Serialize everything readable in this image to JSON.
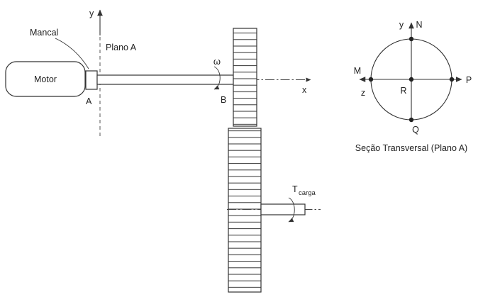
{
  "left": {
    "mancal": "Mancal",
    "motor": "Motor",
    "plano_a": "Plano A",
    "axis_y": "y",
    "axis_x": "x",
    "point_a": "A",
    "point_b": "B",
    "omega": "ω",
    "torque": "T",
    "torque_sub": "carga"
  },
  "section": {
    "axis_y": "y",
    "axis_z": "z",
    "point_n": "N",
    "point_p": "P",
    "point_q": "Q",
    "point_m": "M",
    "point_r": "R",
    "caption": "Seção Transversal (Plano A)"
  }
}
